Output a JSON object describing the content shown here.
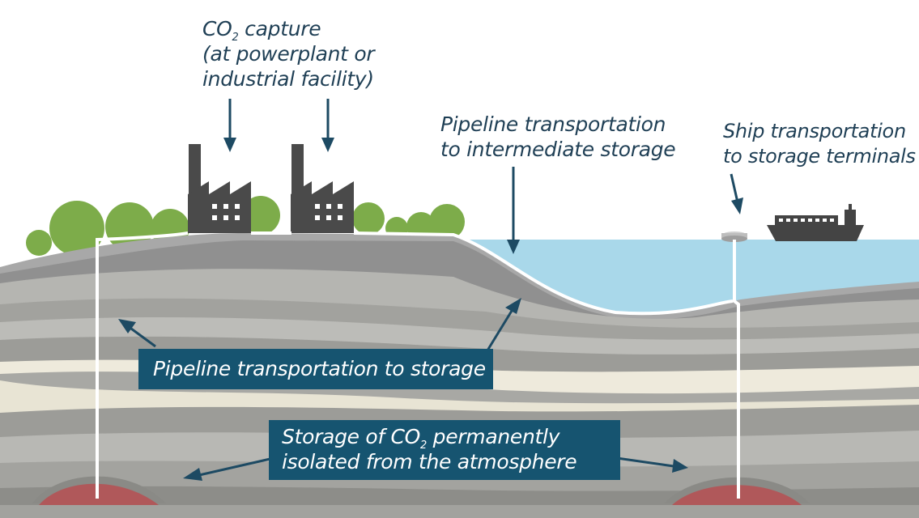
{
  "labels": {
    "capture": {
      "line1_prefix": "CO",
      "line1_sub": "2",
      "line1_suffix": " capture",
      "line2": "(at powerplant or",
      "line3": "industrial facility)"
    },
    "pipeline_intermediate": {
      "line1": "Pipeline transportation",
      "line2": "to intermediate storage"
    },
    "ship_transport": {
      "line1": "Ship transportation",
      "line2": "to storage terminals"
    },
    "pipeline_storage": "Pipeline transportation to storage",
    "storage": {
      "line1_prefix": "Storage of CO",
      "line1_sub": "2",
      "line1_suffix": " permanently",
      "line2": "isolated from the atmosphere"
    }
  },
  "colors": {
    "arrow": "#1d4a63",
    "box_fill": "#165470",
    "factory": "#4a4a4a",
    "trees": "#7dac4a",
    "sea": "#a9d8ea",
    "reservoir": "#b0585a",
    "pipeline": "#ffffff"
  },
  "icons": [
    "factory-icon",
    "ship-icon",
    "buoy-icon",
    "tree-icon"
  ]
}
